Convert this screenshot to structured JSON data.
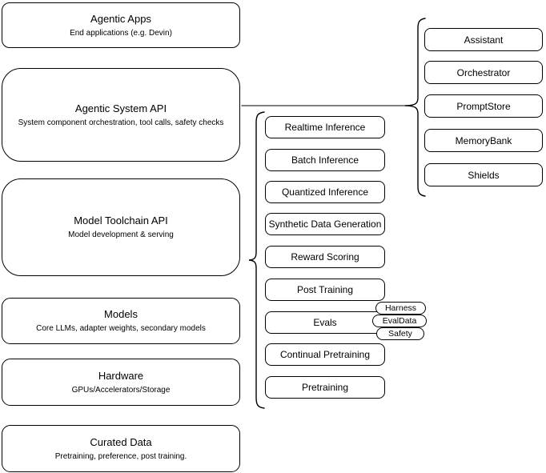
{
  "diagram": {
    "stack": [
      {
        "title": "Agentic Apps",
        "subtitle": "End applications (e.g. Devin)"
      },
      {
        "title": "Agentic System API",
        "subtitle": "System component orchestration, tool calls, safety checks"
      },
      {
        "title": "Model Toolchain API",
        "subtitle": "Model development & serving"
      },
      {
        "title": "Models",
        "subtitle": "Core LLMs, adapter weights, secondary models"
      },
      {
        "title": "Hardware",
        "subtitle": "GPUs/Accelerators/Storage"
      },
      {
        "title": "Curated Data",
        "subtitle": "Pretraining, preference, post training."
      }
    ],
    "toolchain_items": [
      "Realtime Inference",
      "Batch Inference",
      "Quantized Inference",
      "Synthetic Data Generation",
      "Reward Scoring",
      "Post Training",
      "Evals",
      "Continual Pretraining",
      "Pretraining"
    ],
    "eval_tags": [
      "Harness",
      "EvalData",
      "Safety"
    ],
    "system_components": [
      "Assistant",
      "Orchestrator",
      "PromptStore",
      "MemoryBank",
      "Shields"
    ],
    "colors": {
      "stroke": "#000000",
      "fill": "#ffffff",
      "connector": "#333333"
    }
  }
}
